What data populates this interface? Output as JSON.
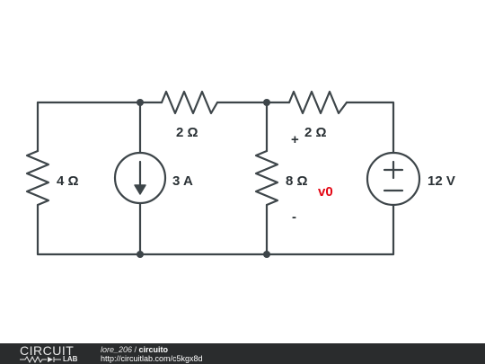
{
  "circuit": {
    "components": {
      "r_left": {
        "value": "4 Ω"
      },
      "current_source": {
        "value": "3 A"
      },
      "r_top_left": {
        "value": "2 Ω"
      },
      "r_middle": {
        "value": "8 Ω"
      },
      "r_top_right": {
        "value": "2 Ω"
      },
      "voltage_source": {
        "value": "12 V"
      }
    },
    "probe": {
      "plus": "+",
      "minus": "-",
      "name": "v0",
      "color": "#e30613"
    },
    "wire_color": "#3d4549"
  },
  "footer": {
    "logo_top": "CIRCUIT",
    "logo_bottom": "LAB",
    "user": "lore_206",
    "separator": " / ",
    "title": "circuito",
    "url": "http://circuitlab.com/c5kgx8d",
    "background": "#2a2c2d"
  }
}
